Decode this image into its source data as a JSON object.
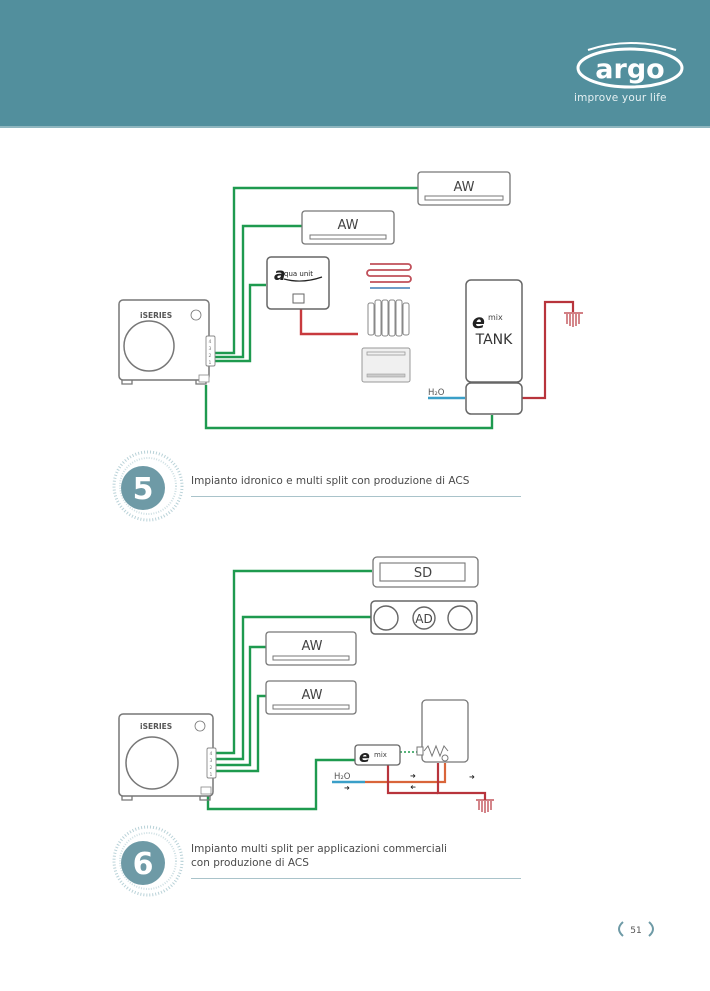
{
  "header": {
    "brand": "argo",
    "tagline": "improve your life",
    "color": "#528f9d"
  },
  "diagram5": {
    "outdoor_unit_label": "iSERIES",
    "terminal_labels": [
      "4",
      "3",
      "2",
      "1"
    ],
    "indoor_units": [
      "AW",
      "AW"
    ],
    "hydronic_unit_label": "qua unit",
    "tank_brand": "mix",
    "tank_label": "TANK",
    "water_label": "H₂O"
  },
  "section5": {
    "number": "5",
    "caption": "Impianto idronico e multi split con produzione di ACS"
  },
  "diagram6": {
    "outdoor_unit_label": "iSERIES",
    "terminal_labels": [
      "4",
      "3",
      "2",
      "1"
    ],
    "duct_unit_label": "SD",
    "cassette_unit_label": "AD",
    "indoor_units": [
      "AW",
      "AW"
    ],
    "mix_label": "mix",
    "water_label": "H₂O"
  },
  "section6": {
    "number": "6",
    "caption_line1": "Impianto multi split per applicazioni commerciali",
    "caption_line2": "con produzione di ACS"
  },
  "footer": {
    "page_number": "51"
  },
  "colors": {
    "refrigerant_line": "#1e9a4f",
    "hot_water": "#b8343c",
    "cold_water": "#3a9fc8",
    "outline": "#6d6d6d",
    "accent": "#6e9aa6"
  }
}
